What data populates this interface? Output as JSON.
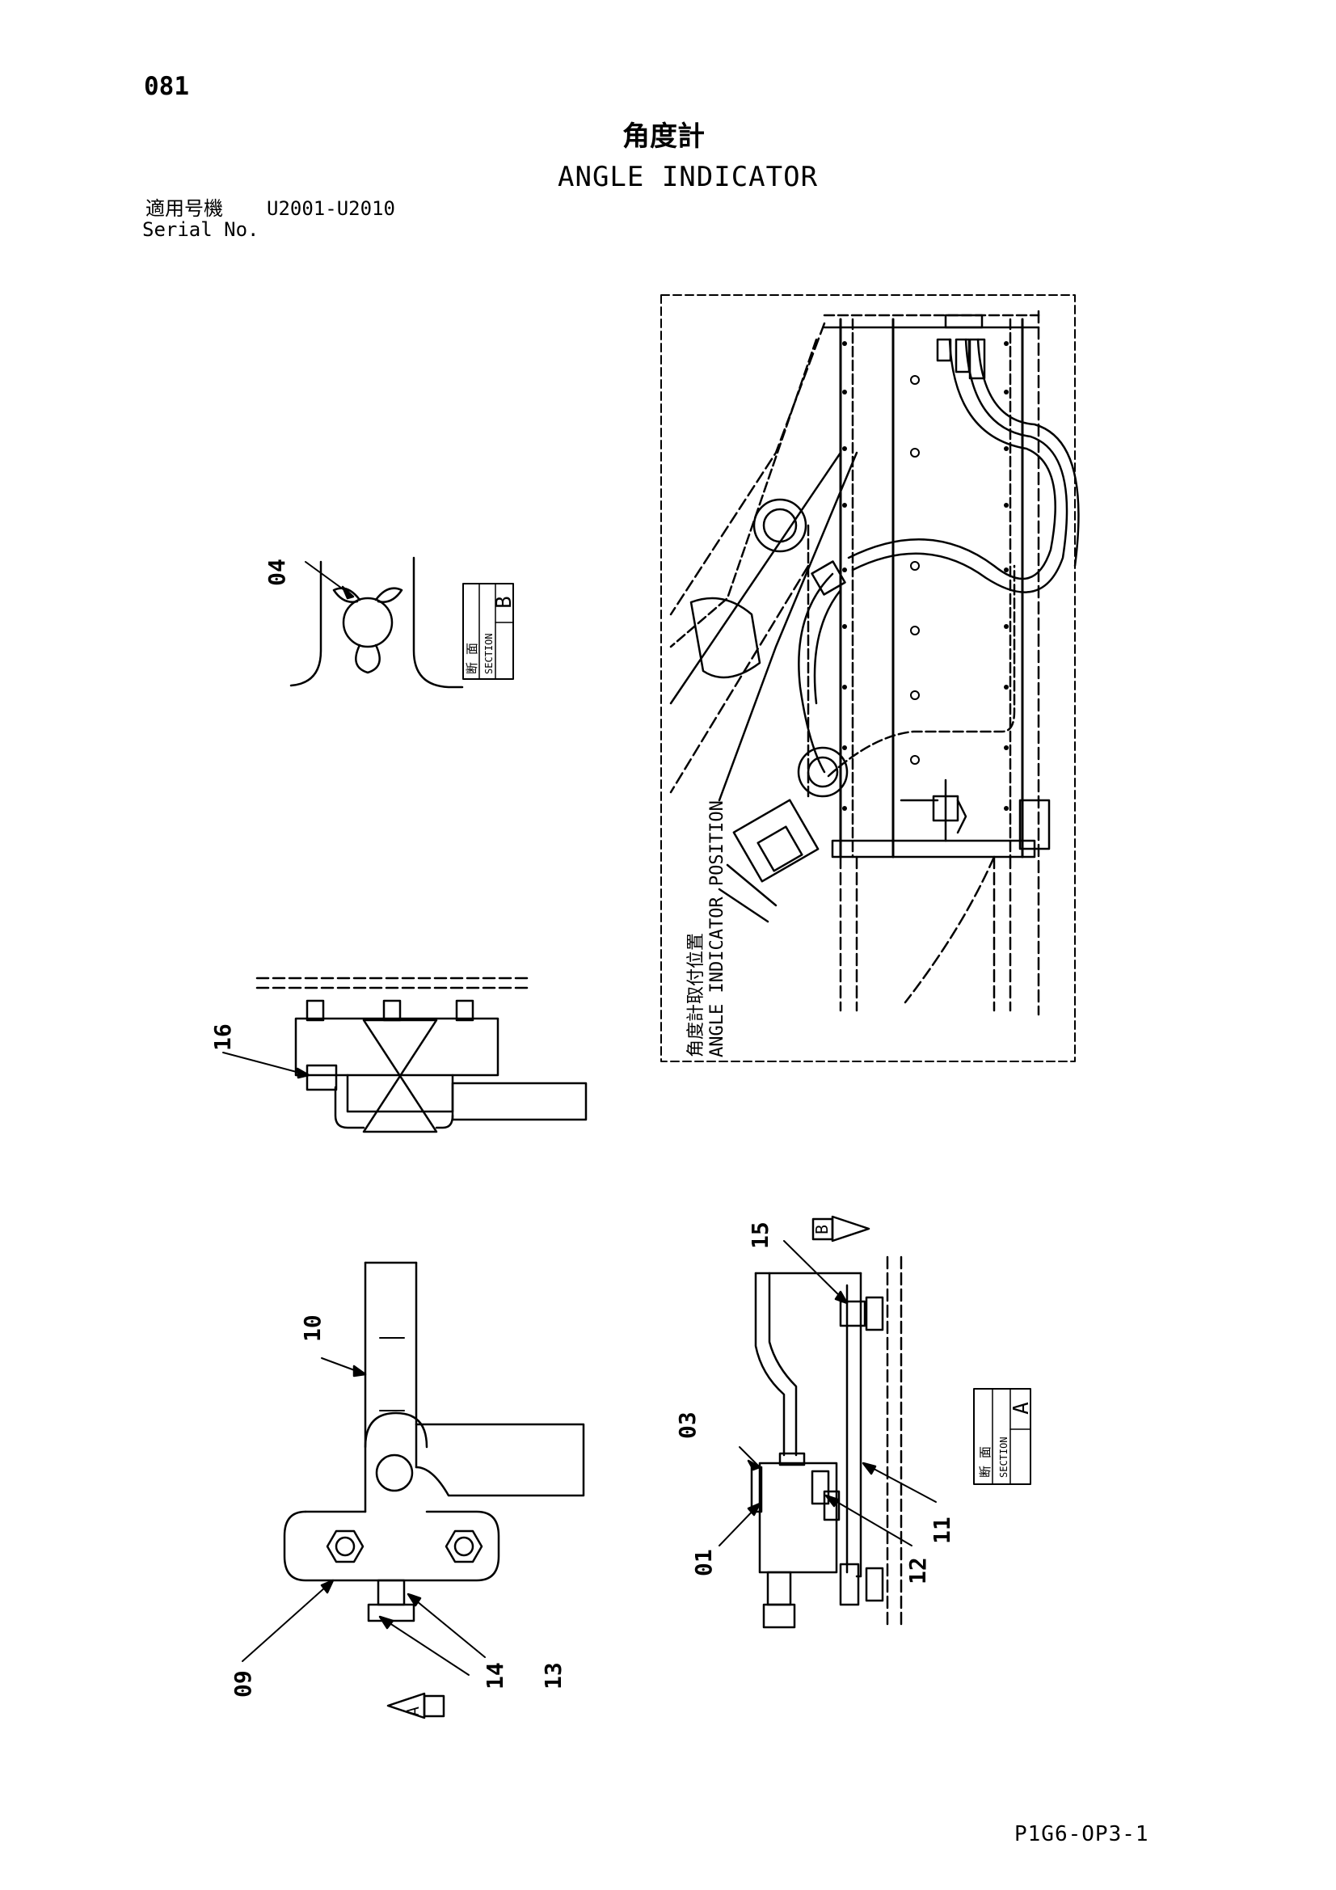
{
  "header": {
    "page_number": "081",
    "title_jp": "角度計",
    "title_en": "ANGLE INDICATOR",
    "serial_label_jp": "適用号機",
    "serial_range": "U2001-U2010",
    "serial_label_en": "Serial No."
  },
  "position_view": {
    "caption_jp": "角度計取付位置",
    "caption_en": "ANGLE INDICATOR POSITION"
  },
  "section_b": {
    "section_jp": "断 面",
    "section_en": "SECTION",
    "letter": "B"
  },
  "section_a": {
    "section_jp": "断 面",
    "section_en": "SECTION",
    "letter": "A"
  },
  "view_arrows": {
    "a": "A",
    "b": "B"
  },
  "part_callouts": {
    "p01": "01",
    "p03": "03",
    "p04": "04",
    "p09": "09",
    "p10": "10",
    "p11": "11",
    "p12": "12",
    "p13": "13",
    "p14": "14",
    "p15": "15",
    "p16": "16"
  },
  "footer": {
    "drawing_code": "P1G6-OP3-1"
  }
}
